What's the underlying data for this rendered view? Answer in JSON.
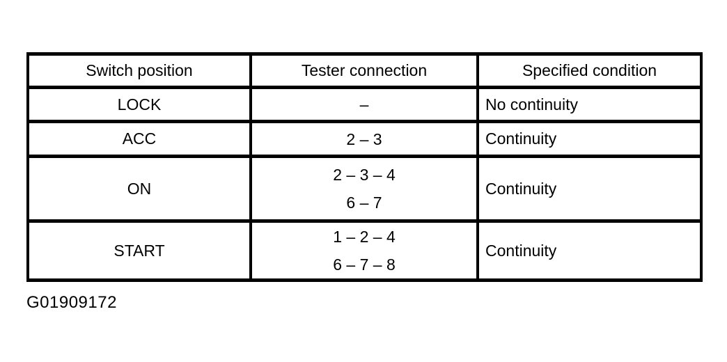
{
  "document": {
    "caption": "G01909172",
    "table": {
      "headers": [
        "Switch position",
        "Tester connection",
        "Specified condition"
      ],
      "rows": [
        {
          "position": "LOCK",
          "tester": [
            "–"
          ],
          "condition": "No continuity"
        },
        {
          "position": "ACC",
          "tester": [
            "2 – 3"
          ],
          "condition": "Continuity"
        },
        {
          "position": "ON",
          "tester": [
            "2 – 3 – 4",
            "6 – 7"
          ],
          "condition": "Continuity"
        },
        {
          "position": "START",
          "tester": [
            "1 – 2 – 4",
            "6 – 7 – 8"
          ],
          "condition": "Continuity"
        }
      ]
    }
  },
  "chart_data": {
    "type": "table",
    "columns": [
      "Switch position",
      "Tester connection",
      "Specified condition"
    ],
    "rows": [
      [
        "LOCK",
        "–",
        "No continuity"
      ],
      [
        "ACC",
        "2 – 3",
        "Continuity"
      ],
      [
        "ON",
        "2 – 3 – 4 / 6 – 7",
        "Continuity"
      ],
      [
        "START",
        "1 – 2 – 4 / 6 – 7 – 8",
        "Continuity"
      ]
    ]
  },
  "colors": {
    "ink": "#000000",
    "paper": "#ffffff"
  }
}
